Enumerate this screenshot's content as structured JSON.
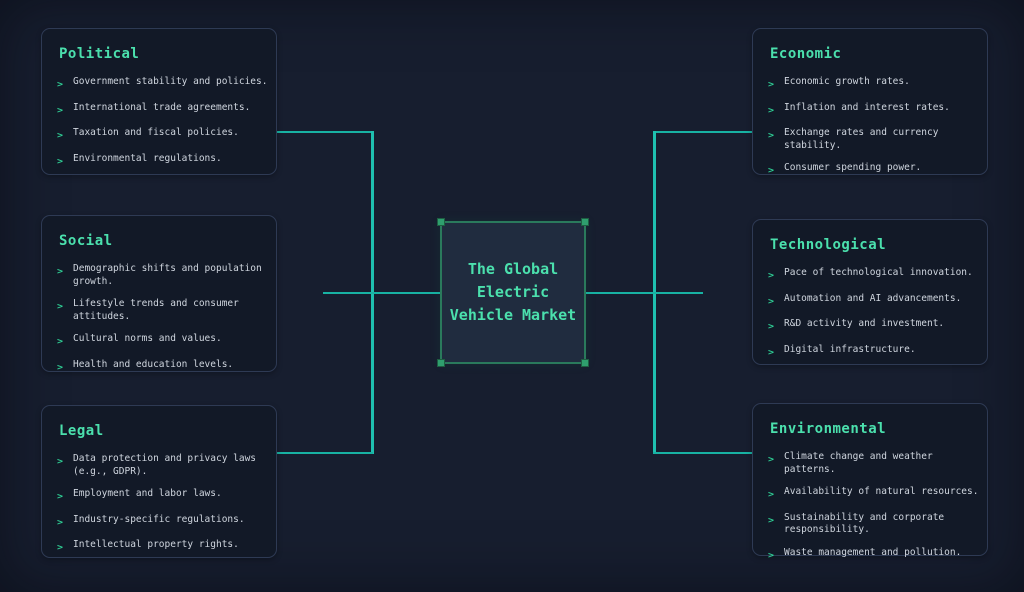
{
  "colors": {
    "page_bg": "#171e2f",
    "node_bg": "#121927",
    "node_border": "#2e3a54",
    "title_accent": "#4be0ad",
    "item_text": "#cfd5de",
    "chevron_green": "#2fcf95",
    "connector_teal": "#18b2a3",
    "center_node_bg": "#202c3f",
    "center_node_border": "#2a7a5c",
    "selection_handle": "#2f9e6e"
  },
  "glyphs": {
    "chevron": ">"
  },
  "center": {
    "lines": [
      "The Global",
      "Electric",
      "Vehicle Market"
    ]
  },
  "nodes": [
    {
      "title": "Political",
      "items": [
        "Government stability and policies.",
        "International trade agreements.",
        "Taxation and fiscal policies.",
        "Environmental regulations."
      ]
    },
    {
      "title": "Social",
      "items": [
        "Demographic shifts and population growth.",
        "Lifestyle trends and consumer attitudes.",
        "Cultural norms and values.",
        "Health and education levels."
      ]
    },
    {
      "title": "Legal",
      "items": [
        "Data protection and privacy laws (e.g., GDPR).",
        "Employment and labor laws.",
        "Industry-specific regulations.",
        "Intellectual property rights."
      ]
    },
    {
      "title": "Economic",
      "items": [
        "Economic growth rates.",
        "Inflation and interest rates.",
        "Exchange rates and currency stability.",
        "Consumer spending power."
      ]
    },
    {
      "title": "Technological",
      "items": [
        "Pace of technological innovation.",
        "Automation and AI advancements.",
        "R&D activity and investment.",
        "Digital infrastructure."
      ]
    },
    {
      "title": "Environmental",
      "items": [
        "Climate change and weather patterns.",
        "Availability of natural resources.",
        "Sustainability and corporate responsibility.",
        "Waste management and pollution."
      ]
    }
  ]
}
